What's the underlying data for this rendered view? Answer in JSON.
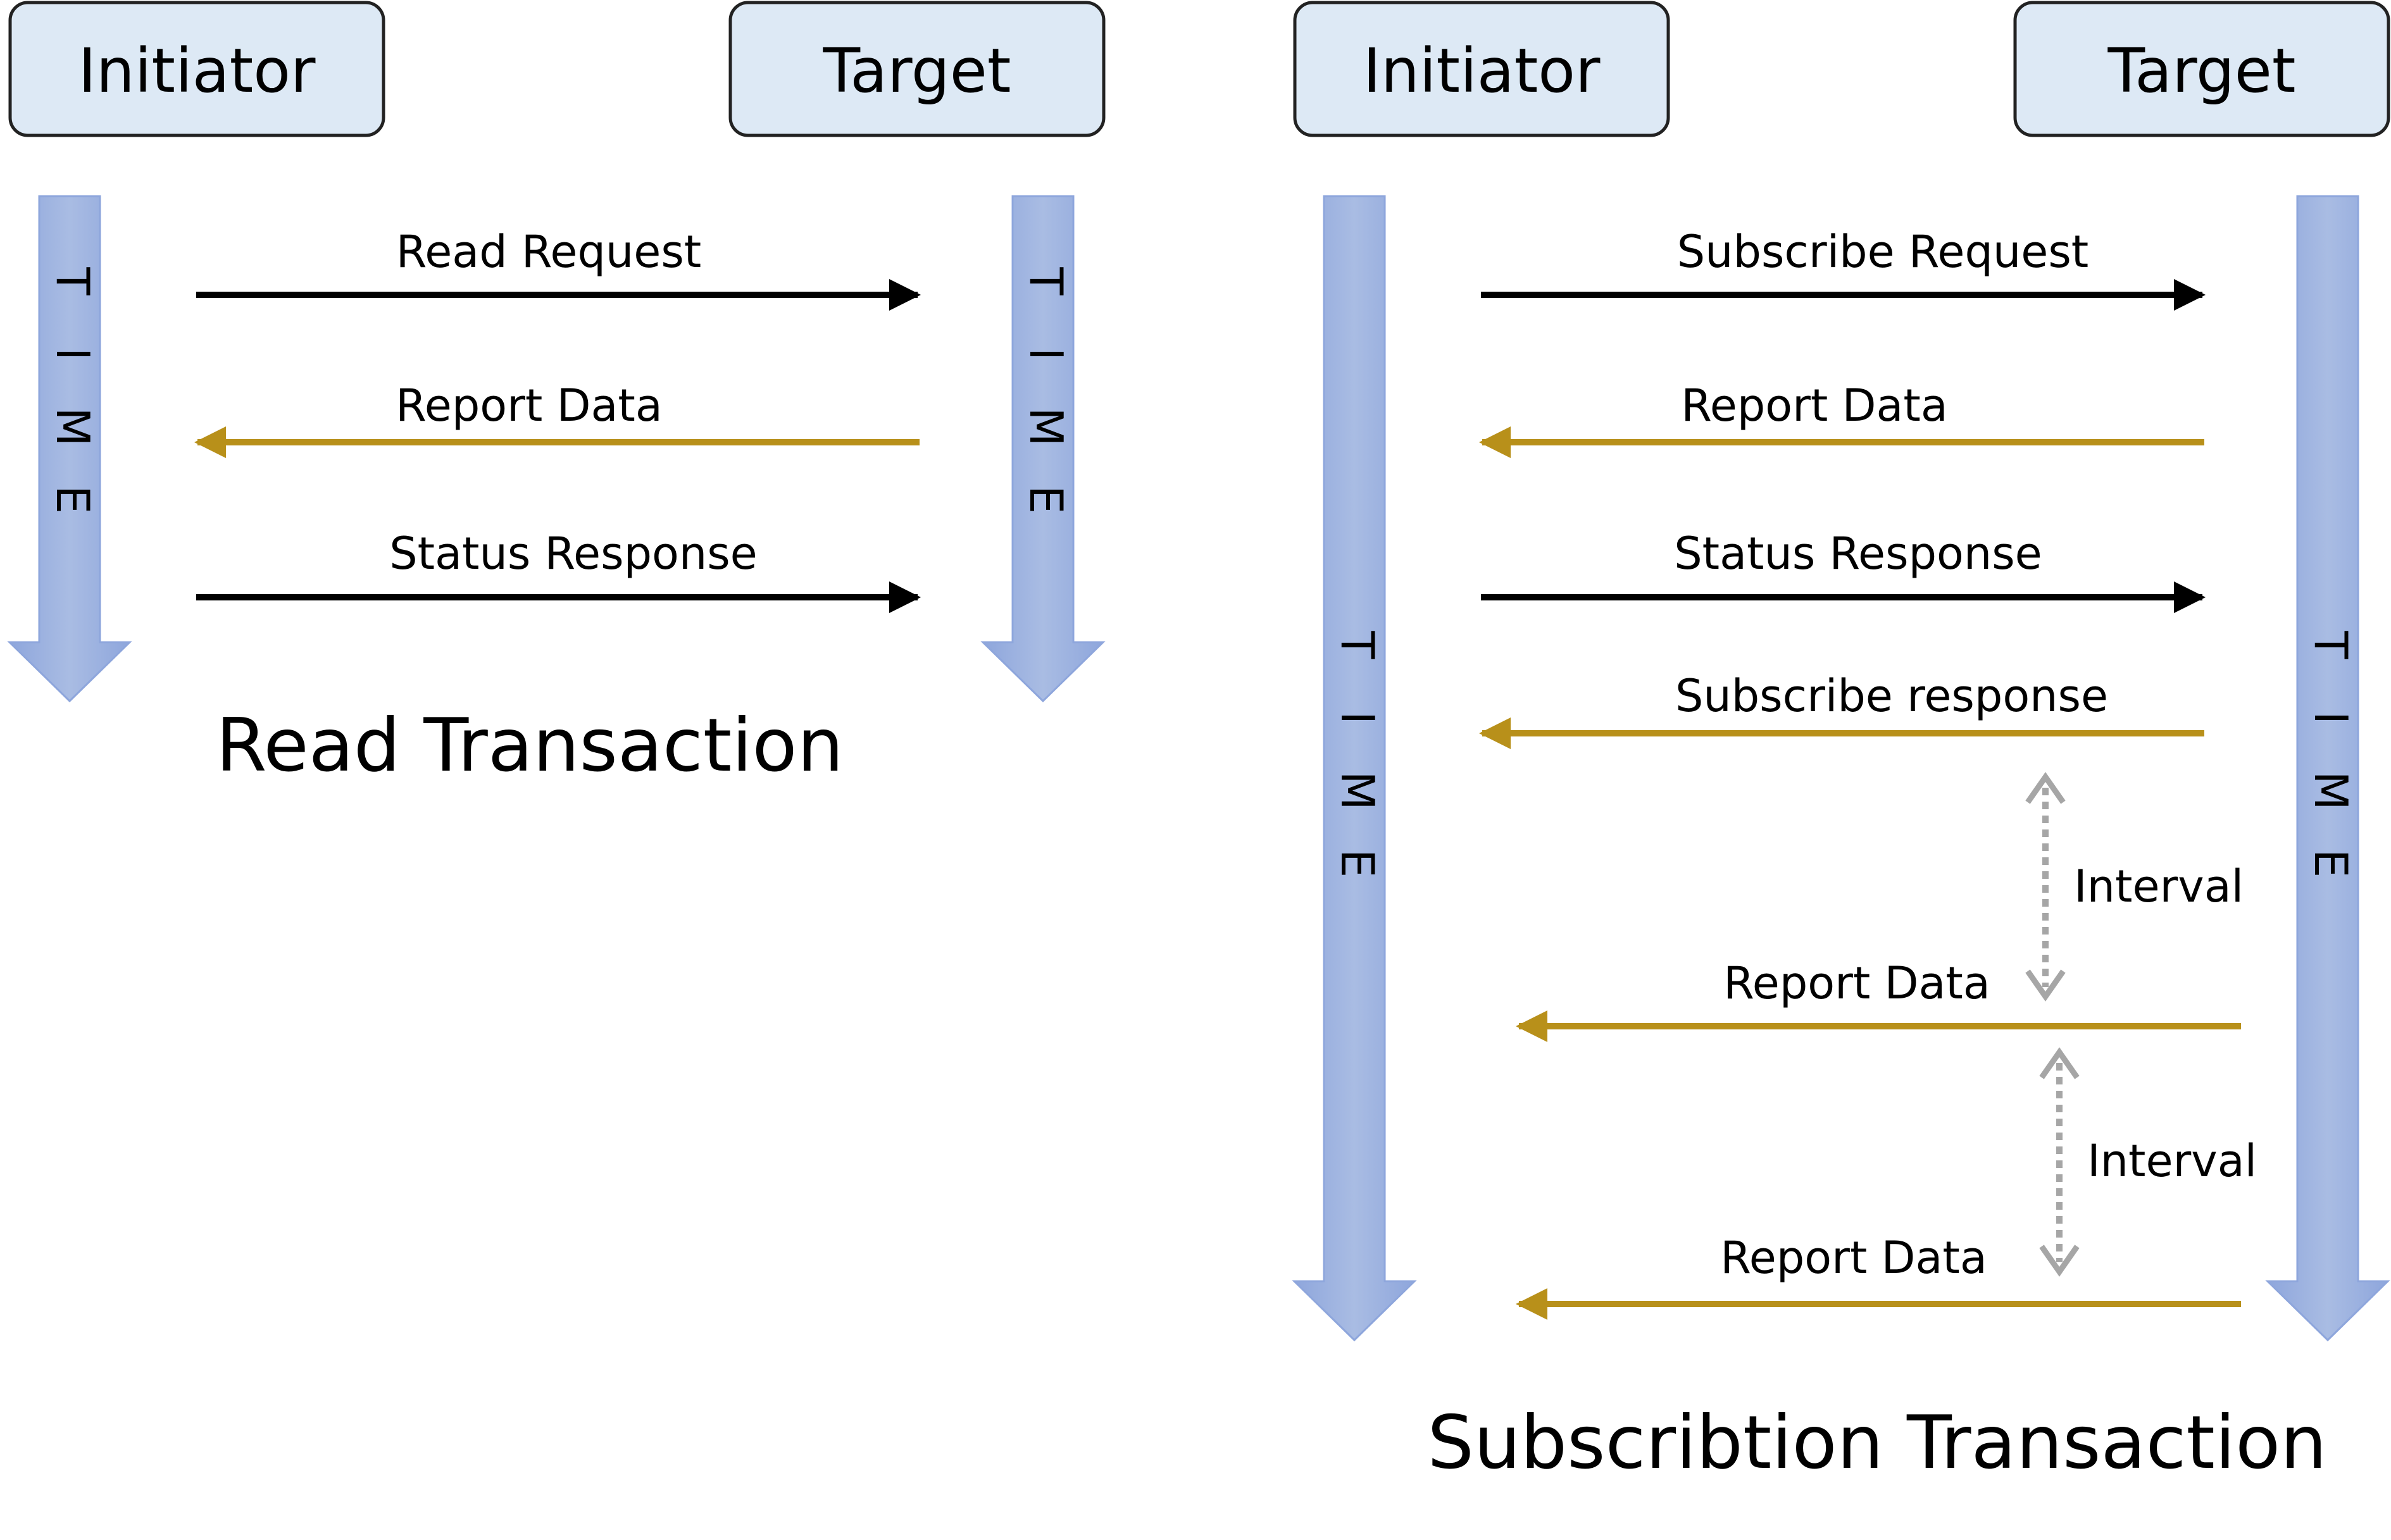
{
  "colors": {
    "actor_fill": "#dde9f5",
    "actor_stroke": "#222222",
    "request_arrow": "#000000",
    "report_arrow": "#b8901a",
    "interval_arrow": "#a6a6a6",
    "time_arrow_light": "#a9bce3",
    "time_arrow_dark": "#8ea6dc"
  },
  "read_transaction": {
    "title": "Read Transaction",
    "initiator": "Initiator",
    "target": "Target",
    "time_letters": [
      "T",
      "I",
      "M",
      "E"
    ],
    "messages": [
      {
        "label": "Read Request",
        "direction": "to-target",
        "kind": "request"
      },
      {
        "label": "Report Data",
        "direction": "to-initiator",
        "kind": "report"
      },
      {
        "label": "Status Response",
        "direction": "to-target",
        "kind": "request"
      }
    ]
  },
  "subscription_transaction": {
    "title": "Subscribtion Transaction",
    "initiator": "Initiator",
    "target": "Target",
    "time_letters": [
      "T",
      "I",
      "M",
      "E"
    ],
    "messages": [
      {
        "label": "Subscribe Request",
        "direction": "to-target",
        "kind": "request"
      },
      {
        "label": "Report Data",
        "direction": "to-initiator",
        "kind": "report"
      },
      {
        "label": "Status Response",
        "direction": "to-target",
        "kind": "request"
      },
      {
        "label": "Subscribe response",
        "direction": "to-initiator",
        "kind": "report"
      },
      {
        "label": "Report Data",
        "direction": "to-initiator",
        "kind": "report"
      },
      {
        "label": "Report Data",
        "direction": "to-initiator",
        "kind": "report"
      }
    ],
    "intervals": [
      {
        "label": "Interval"
      },
      {
        "label": "Interval"
      }
    ]
  }
}
